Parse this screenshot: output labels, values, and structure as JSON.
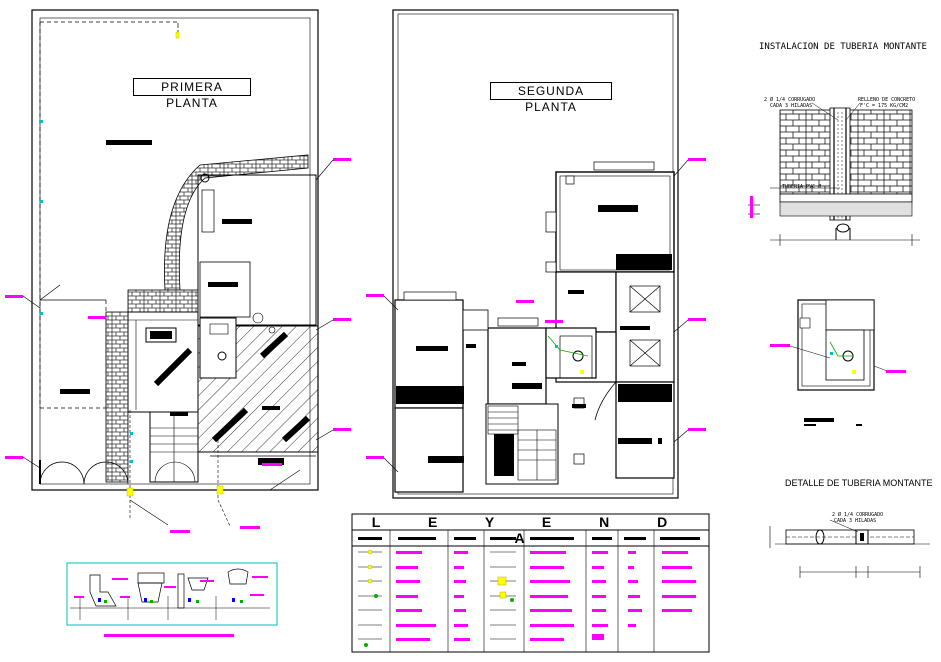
{
  "drawing": {
    "first_floor_title": "PRIMERA PLANTA",
    "second_floor_title": "SEGUNDA PLANTA",
    "riser_title": "INSTALACION DE TUBERIA MONTANTE",
    "riser_detail_title": "DETALLE DE TUBERIA MONTANTE",
    "legend_title": "L E Y E N D A",
    "note_pipe_top": "2 Ø 1/4 CORRUGADO",
    "note_pipe_top_2": "CADA 3 HILADAS",
    "note_fill": "RELLENO DE CONCRETO",
    "note_fill_2": "F'C = 175 KG/CM2",
    "note_pipe_pvc": "TUBERIA PVC Ø",
    "note_detail_pipe": "2 Ø 1/4 CORRUGADO",
    "note_detail_pipe_2": "CADA 3 HILADAS"
  },
  "colors": {
    "line": "#000000",
    "tag": "#ff00ff",
    "pipe": "#ffff00",
    "accent": "#00c0c0",
    "green": "#00b000",
    "dim": "#808080"
  }
}
